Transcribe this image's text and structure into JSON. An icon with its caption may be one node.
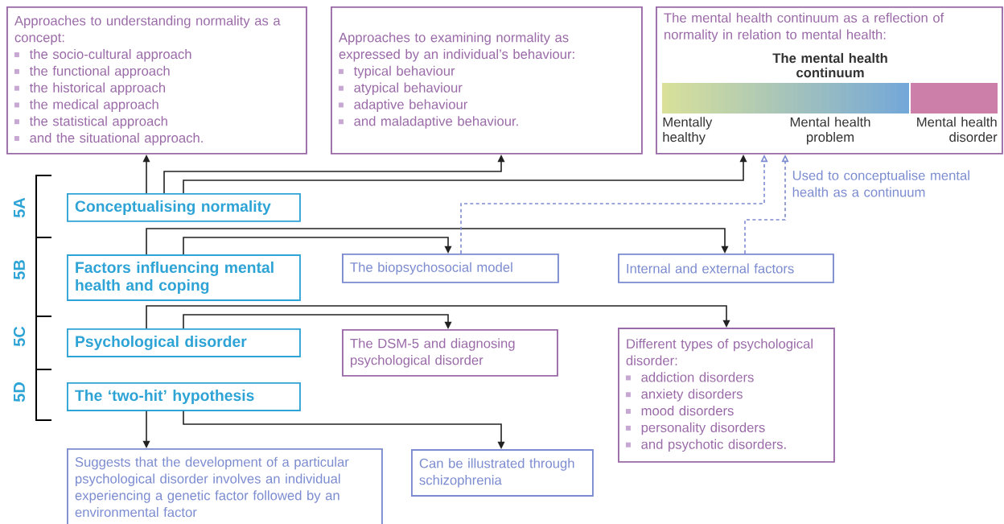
{
  "diagram": {
    "nodes": [
      {
        "text": [
          "Approaches to understanding normality as a concept:",
          "the socio-cultural approach",
          "the functional approach",
          "the historical approach",
          "the medical approach",
          "the statistical approach",
          "and the situational approach."
        ]
      },
      {
        "text": [
          "Approaches to examining normality as expressed by an individual’s behaviour:",
          "typical behaviour",
          "atypical behaviour",
          "adaptive behaviour",
          "and maladaptive behaviour."
        ]
      },
      {
        "text": [
          "The mental health continuum as a reflection of normality in relation to mental health:",
          "The mental health continuum",
          "Mentally healthy",
          "Mental health problem",
          "Mental health disorder"
        ]
      },
      {
        "text": [
          "Conceptualising normality"
        ]
      },
      {
        "text": [
          "Factors influencing mental health and coping"
        ]
      },
      {
        "text": [
          "The biopsychosocial model"
        ]
      },
      {
        "text": [
          "Internal and external factors"
        ]
      },
      {
        "text": [
          "Psychological disorder"
        ]
      },
      {
        "text": [
          "The DSM-5 and diagnosing psychological disorder"
        ]
      },
      {
        "text": [
          "Different types of psychological disorder:",
          "addiction disorders",
          "anxiety disorders",
          "mood disorders",
          "personality disorders",
          "and psychotic disorders."
        ]
      },
      {
        "text": [
          "The ‘two-hit’ hypothesis"
        ]
      },
      {
        "text": [
          "Suggests that the development of a particular psychological disorder involves an individual experiencing a genetic factor followed by an environmental factor"
        ]
      },
      {
        "text": [
          "Can be illustrated through schizophrenia"
        ]
      }
    ],
    "edges": [
      {
        "from": 3,
        "to": 0,
        "arrow": "to"
      },
      {
        "from": 3,
        "to": 1,
        "arrow": "to"
      },
      {
        "from": 3,
        "to": 2,
        "arrow": "to"
      },
      {
        "from": 4,
        "to": 5,
        "arrow": "to"
      },
      {
        "from": 4,
        "to": 6,
        "arrow": "to"
      },
      {
        "from": 7,
        "to": 8,
        "arrow": "to"
      },
      {
        "from": 7,
        "to": 9,
        "arrow": "to"
      },
      {
        "from": 10,
        "to": 11,
        "arrow": "to"
      },
      {
        "from": 10,
        "to": 12,
        "arrow": "to"
      },
      {
        "from": 5,
        "to": 2,
        "arrow": "to",
        "style": "dashed",
        "color": "#7b8bd0"
      },
      {
        "from": 6,
        "to": 2,
        "arrow": "to",
        "style": "dashed",
        "color": "#7b8bd0",
        "label": "Used to conceptualise mental health as a continuum"
      }
    ],
    "labels": [
      "5A",
      "5B",
      "5C",
      "5D"
    ]
  }
}
